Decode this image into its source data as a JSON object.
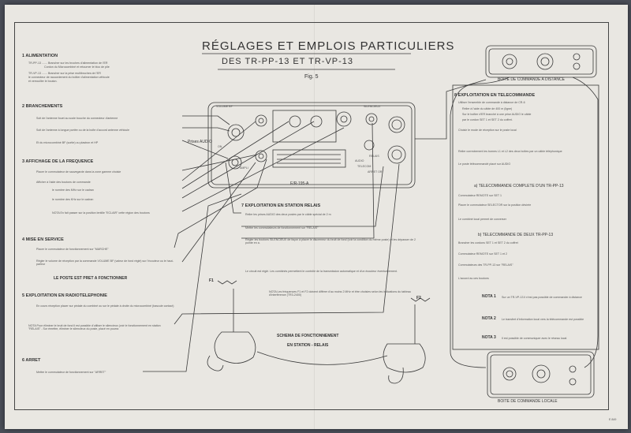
{
  "title": "RÉGLAGES ET EMPLOIS PARTICULIERS",
  "subtitle": "DES TR-PP-13 ET TR-VP-13",
  "fig": "Fig. 5",
  "sections": {
    "alimentation": {
      "heading": "1  ALIMENTATION",
      "lines": [
        "TR-PP-13 ....... Brancher sur les broches d'alimentation de l'ER",
        "Cordon du Microcombiné et retourner le bloc de pile",
        "TR-VP-13 ....... Brancher sur la prise multibroches de l'ER",
        "le connecteur de raccordement du boîtier d'alimentation véhicule",
        "et verrouiller le bouton."
      ]
    },
    "branchements": {
      "heading": "2  BRANCHEMENTS",
      "lines": [
        "Soit de l'antenne fouet au socle bouche du connecteur d'antenne",
        "Soit de l'antenne à longue portée ou de la boîte d'accord antenne véhicule",
        "Et du microcombiné BF (sortie) ou plastron et HP"
      ]
    },
    "frequence": {
      "heading": "3  AFFICHAGE DE LA FREQUENCE",
      "lines": [
        "Placer le commutateur de sauvegarde dans la zone gamme choisie",
        "Afficher à l'aide des boutons de commande",
        "le nombre des MHz sur le cadran",
        "le nombre des KHz sur le cadran"
      ],
      "note": "NOTA  En fait passer sur la position lentille \"ECLAIR\" cette région des boutons"
    },
    "service": {
      "heading": "4  MISE EN SERVICE",
      "lines": [
        "Placer le commutateur de fonctionnement sur \"MARCHE\"",
        "Régler le volume de réception par la commande VOLUME BF (valeur de fond réglé) sur l'écouteur ou le haut-parleur"
      ],
      "ready": "LE POSTE EST PRET A FONCTIONNER"
    },
    "radiotelephonie": {
      "heading": "5  EXPLOITATION EN RADIOTELEPHONIE",
      "lines": [
        "En cours réception placer sur pédale du combiné ou sur le pédale à droite du microcombiné (bascule contact)"
      ],
      "note": "NOTA  Pour éliminer le bruit de fond il est possible d'utiliser le silencieux (voir le fonctionnement en station \"RELAIS\" - Sur émettre, éliminer le silencieux du poste, placé en pourra"
    },
    "arret": {
      "heading": "6  ARRET",
      "lines": [
        "Mettre le commutateur de fonctionnement sur \"ARRET\""
      ]
    },
    "relais": {
      "heading": "7  EXPLOITATION EN STATION RELAIS",
      "lines": [
        "Relier les prises AUDIO des deux postes par le câble spécial de 2 m",
        "Mettre les commutateurs de fonctionnement sur \"RELAIS\"",
        "Régler les boutons SILENCIEUX de façon à placer le discerneur du bruit de fond (voir la condition du même poste) et les dépasser de 2 pointe en a.",
        "Le circuit est réglé. Les combinés permettent le contrôle de la transmission automatique et d'un écouteur éventuellement."
      ],
      "note": "NOTA  Les fréquences F1 et F2 doivent différer d'au moins 2 MHz et être choisies selon les indications du tableau d'interférence (TR3-2400)"
    },
    "telecommande": {
      "heading": "8  EXPLOITATION EN TELECOMMANDE",
      "lines": [
        "Utiliser l'ensemble de commande à distance de CR-6",
        "Relier à l'aide du câble de 400 m (ligne)",
        "Sur le boîtier d'ER branché à une prise AUDIO le câble",
        "par le cordon SET 1 et SET 2 du coffret.",
        "Choisir le mode de réception sur le poste local",
        "Relier correctement les bornes L1 et L2 des deux boîtes par un câble téléphonique",
        "Le poste télécommandé placé sur AUDIO"
      ]
    },
    "telecommande_complete": {
      "heading": "a) TELECOMMANDE COMPLETE D'UN TR-PP-13",
      "lines": [
        "Commutateur REMOTE sur SET 1",
        "Placer le commutateur SELECTOR sur la position désirée",
        "Le combiné local permet de converser"
      ]
    },
    "telecommande_deux": {
      "heading": "b) TELECOMMANDE DE DEUX TR-PP-13",
      "lines": [
        "Brancher les cordons SET 1 et SET 2 du coffret",
        "Commutateur REMOTE sur SET 1 et 2",
        "Commutateurs des TR-PP-13 sur \"RELAIS\"",
        "L'accord au ces boutons"
      ]
    },
    "notes_right": [
      {
        "label": "NOTA 1",
        "text": "Sur un TR-VP-13 il n'est pas possible de commander à distance"
      },
      {
        "label": "NOTA 2",
        "text": "Le transfert d'information local vers la télécommande est possible"
      },
      {
        "label": "NOTA 3",
        "text": "Il est possible de communiquer avec le réseau local"
      }
    ]
  },
  "diagram": {
    "knob_labels": [
      "VOLUME BF",
      "SILENCIEUX",
      "Prises AUDIO",
      "RELAIS",
      "AUDIO",
      "TELECOM",
      "ARRET OR",
      "AMPLI",
      "ON"
    ],
    "model": "E/R-195-A",
    "f1": "F1",
    "f2": "F2",
    "schema_title": "SCHEMA DE FONCTIONNEMENT",
    "schema_sub": "EN STATION - RELAIS"
  },
  "remote_box": "BOITE DE COMMANDE A DISTANCE",
  "local_box": "BOITE DE COMMANDE LOCALE",
  "corner": "E 849"
}
